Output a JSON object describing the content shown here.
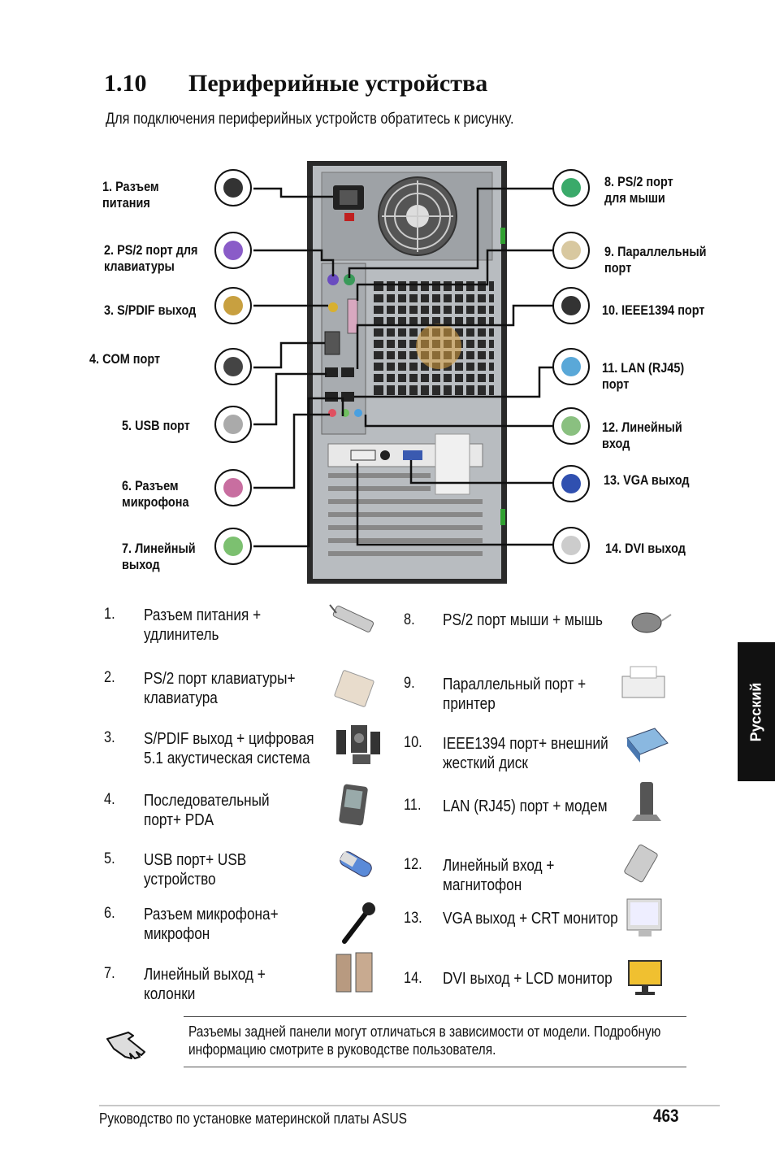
{
  "section": {
    "number": "1.10",
    "title": "Периферийные устройства",
    "intro": "Для подключения периферийных устройств обратитесь к рисунку."
  },
  "callouts_left": [
    {
      "label": "1. Разъем\nпитания",
      "icon": "power-connector-icon",
      "color": "#333333"
    },
    {
      "label": "2. PS/2 порт для\nклавиатуры",
      "icon": "ps2-keyboard-plug-icon",
      "color": "#8a5cc8"
    },
    {
      "label": "3. S/PDIF выход",
      "icon": "spdif-plug-icon",
      "color": "#c8a040"
    },
    {
      "label": "4. COM порт",
      "icon": "com-plug-icon",
      "color": "#444444"
    },
    {
      "label": "5. USB порт",
      "icon": "usb-plug-icon",
      "color": "#999999"
    },
    {
      "label": "6. Разъем\nмикрофона",
      "icon": "mic-plug-icon",
      "color": "#c86ea0"
    },
    {
      "label": "7. Линейный\nвыход",
      "icon": "line-out-plug-icon",
      "color": "#7cc070"
    }
  ],
  "callouts_right": [
    {
      "label": "8. PS/2 порт\nдля мыши",
      "icon": "ps2-mouse-plug-icon",
      "color": "#3aaa6a"
    },
    {
      "label": "9. Параллельный\nпорт",
      "icon": "parallel-plug-icon",
      "color": "#d8c8a0"
    },
    {
      "label": "10. IEEE1394 порт",
      "icon": "ieee1394-plug-icon",
      "color": "#333333"
    },
    {
      "label": "11. LAN (RJ45)\nпорт",
      "icon": "lan-plug-icon",
      "color": "#5aa8d8"
    },
    {
      "label": "12. Линейный\nвход",
      "icon": "line-in-plug-icon",
      "color": "#8ac080"
    },
    {
      "label": "13. VGA выход",
      "icon": "vga-plug-icon",
      "color": "#3050b0"
    },
    {
      "label": "14. DVI выход",
      "icon": "dvi-plug-icon",
      "color": "#cccccc"
    }
  ],
  "devices_left": [
    {
      "num": "1.",
      "text": "Разъем питания +\nудлинитель",
      "icon": "power-strip-icon"
    },
    {
      "num": "2.",
      "text": "PS/2 порт клавиатуры+\nклавиатура",
      "icon": "keyboard-icon"
    },
    {
      "num": "3.",
      "text": "S/PDIF выход + цифровая\n5.1 акустическая система",
      "icon": "speaker-system-icon"
    },
    {
      "num": "4.",
      "text": "Последовательный\nпорт+ PDA",
      "icon": "pda-icon"
    },
    {
      "num": "5.",
      "text": "USB порт+ USB\nустройство",
      "icon": "usb-device-icon"
    },
    {
      "num": "6.",
      "text": "Разъем микрофона+\nмикрофон",
      "icon": "microphone-icon"
    },
    {
      "num": "7.",
      "text": "Линейный выход +\nколонки",
      "icon": "speakers-icon"
    }
  ],
  "devices_right": [
    {
      "num": "8.",
      "text": "PS/2 порт мыши  + мышь",
      "icon": "mouse-icon"
    },
    {
      "num": "9.",
      "text": "Параллельный порт +\nпринтер",
      "icon": "printer-icon"
    },
    {
      "num": "10.",
      "text": "IEEE1394 порт+ внешний\nжесткий диск",
      "icon": "external-hdd-icon"
    },
    {
      "num": "11.",
      "text": "LAN (RJ45) порт + модем",
      "icon": "modem-icon"
    },
    {
      "num": "12.",
      "text": "Линейный вход +\nмагнитофон",
      "icon": "tape-recorder-icon"
    },
    {
      "num": "13.",
      "text": "VGA выход + CRT монитор",
      "icon": "crt-monitor-icon"
    },
    {
      "num": "14.",
      "text": "DVI выход + LCD монитор",
      "icon": "lcd-monitor-icon"
    }
  ],
  "side_tab": "Русский",
  "note": "Разъемы задней панели могут отличаться в зависимости от модели. Подробную\nинформацию смотрите в руководстве пользователя.",
  "footer": {
    "text": "Руководство по установке материнской платы ASUS",
    "page": "463"
  }
}
